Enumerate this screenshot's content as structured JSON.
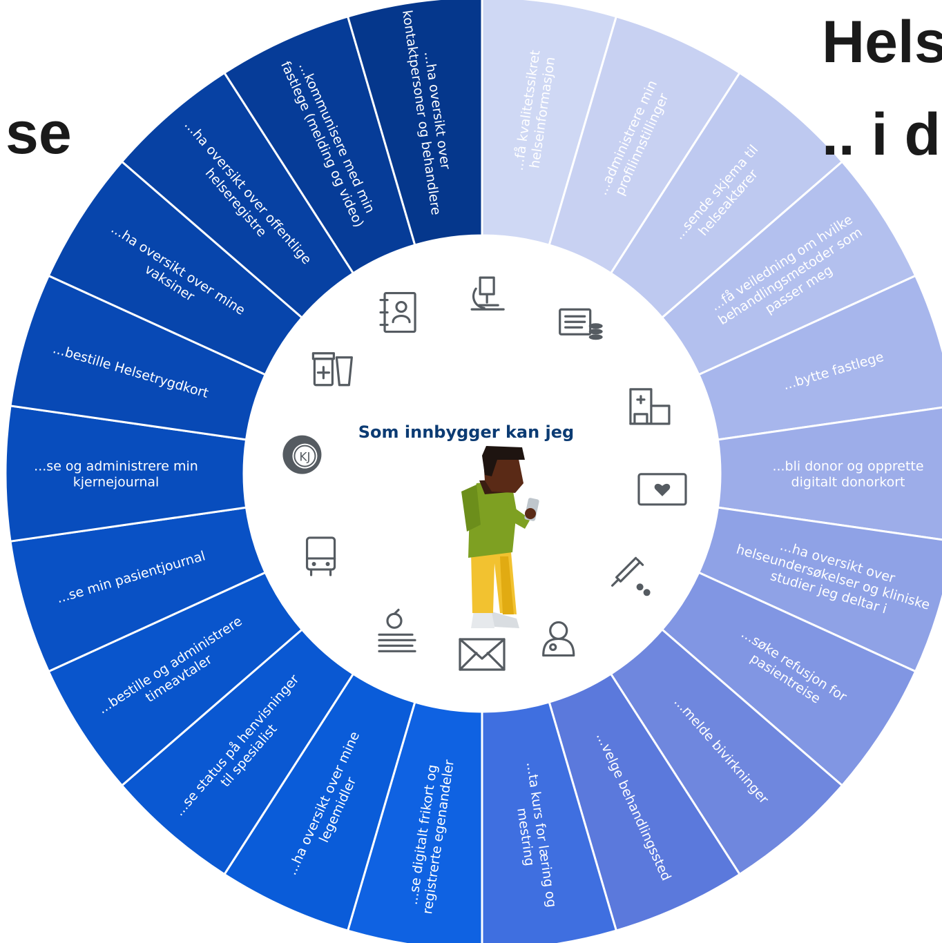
{
  "title": {
    "left": "se",
    "right_line1": "Hels",
    "right_line2": ".. i d"
  },
  "center": {
    "label": "Som innbygger kan jeg"
  },
  "segments": [
    {
      "lines": [
        "...få kvalitetssikret",
        "helseinformasjon"
      ],
      "color": "#cfd8f4"
    },
    {
      "lines": [
        "...administrere min",
        "profilinnstillinger"
      ],
      "color": "#c8d1f2"
    },
    {
      "lines": [
        "...sende skjema til",
        "helseaktører"
      ],
      "color": "#bec9f0"
    },
    {
      "lines": [
        "...få veiledning om hvilke",
        "behandlingsmetoder som",
        "passer meg"
      ],
      "color": "#b3c0ee"
    },
    {
      "lines": [
        "...bytte fastlege"
      ],
      "color": "#a7b6ec"
    },
    {
      "lines": [
        "...bli donor og opprette",
        "digitalt donorkort"
      ],
      "color": "#9dade9"
    },
    {
      "lines": [
        "...ha oversikt over",
        "helseundersøkelser og kliniske",
        "studier jeg deltar i"
      ],
      "color": "#8fa2e6"
    },
    {
      "lines": [
        "...søke refusjon for",
        "pasientreise"
      ],
      "color": "#8196e3"
    },
    {
      "lines": [
        "...melde bivirkninger"
      ],
      "color": "#6f87de"
    },
    {
      "lines": [
        "...velge behandlingssted"
      ],
      "color": "#5b79dc"
    },
    {
      "lines": [
        "...ta kurs for læring og",
        "mestring"
      ],
      "color": "#3f6fe0"
    },
    {
      "lines": [
        "...se digitalt frikort og",
        "registrerte egenandeler"
      ],
      "color": "#0f62e2"
    },
    {
      "lines": [
        "...ha oversikt over mine",
        "legemidler"
      ],
      "color": "#0a5cd9"
    },
    {
      "lines": [
        "...se status på henvisninger",
        "til spesialist"
      ],
      "color": "#0a58d2"
    },
    {
      "lines": [
        "...bestille og administrere",
        "timeavtaler"
      ],
      "color": "#0955cc"
    },
    {
      "lines": [
        "...se min pasientjournal"
      ],
      "color": "#0951c5"
    },
    {
      "lines": [
        "...se og administrere min",
        "kjernejournal"
      ],
      "color": "#084dbd"
    },
    {
      "lines": [
        "...bestille Helsetrygdkort"
      ],
      "color": "#0849b5"
    },
    {
      "lines": [
        "...ha oversikt over mine",
        "vaksiner"
      ],
      "color": "#0745ac"
    },
    {
      "lines": [
        "...ha oversikt over offentlige",
        "helseregistre"
      ],
      "color": "#0741a3"
    },
    {
      "lines": [
        "...kommunisere med min",
        "fastlege (melding og video)"
      ],
      "color": "#063c98"
    },
    {
      "lines": [
        "...ha oversikt over",
        "kontaktpersoner og behandlere"
      ],
      "color": "#05378c"
    }
  ],
  "icons": [
    {
      "name": "microscope-icon",
      "angle": 2
    },
    {
      "name": "document-database-icon",
      "angle": 33
    },
    {
      "name": "hospital-building-icon",
      "angle": 68
    },
    {
      "name": "heart-card-icon",
      "angle": 95
    },
    {
      "name": "syringe-pills-icon",
      "angle": 125
    },
    {
      "name": "doctor-icon",
      "angle": 155
    },
    {
      "name": "envelope-icon",
      "angle": 180
    },
    {
      "name": "apple-books-icon",
      "angle": 208
    },
    {
      "name": "bus-icon",
      "angle": 243
    },
    {
      "name": "kj-logo-icon",
      "angle": 276
    },
    {
      "name": "medicine-bottles-icon",
      "angle": 305
    },
    {
      "name": "contact-book-icon",
      "angle": 333
    }
  ],
  "colors": {
    "inner_circle": "#ffffff",
    "divider": "#ffffff",
    "center_label": "#0b3b73",
    "icon": "#555b61"
  }
}
